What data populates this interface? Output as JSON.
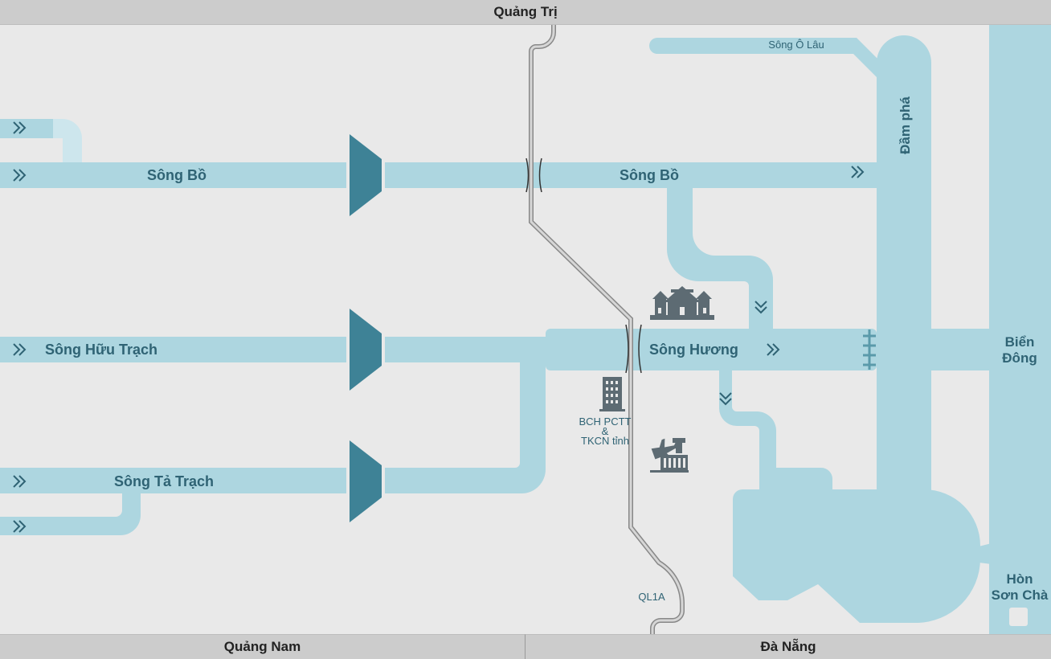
{
  "regions": {
    "north": "Quảng Trị",
    "south_west": "Quảng Nam",
    "south_east": "Đà Nẵng"
  },
  "rivers": {
    "bo_west": "Sông Bồ",
    "bo_east": "Sông Bồ",
    "huu_trach": "Sông Hữu Trạch",
    "ta_trach": "Sông Tả Trạch",
    "huong": "Sông Hương",
    "o_lau": "Sông Ô Lâu"
  },
  "water_bodies": {
    "lagoon": "Đầm phá",
    "sea_line1": "Biển",
    "sea_line2": "Đông",
    "hon_line1": "Hòn",
    "hon_line2": "Sơn Chà"
  },
  "facilities": {
    "command_line1": "BCH PCTT",
    "command_line2": "&",
    "command_line3": "TKCN tỉnh"
  },
  "roads": {
    "highway": "QL1A"
  },
  "icons": [
    "dam-icon",
    "flow-arrow-icon",
    "bridge-icon",
    "citadel-icon",
    "office-building-icon",
    "airport-icon",
    "sea-gate-icon"
  ],
  "colors": {
    "water": "#add6e0",
    "water_light": "#cde6ed",
    "dam": "#3e8296",
    "road": "#b8b8b8",
    "label": "#2f6374",
    "background": "#e9e9e9",
    "bar": "#cccccc"
  }
}
